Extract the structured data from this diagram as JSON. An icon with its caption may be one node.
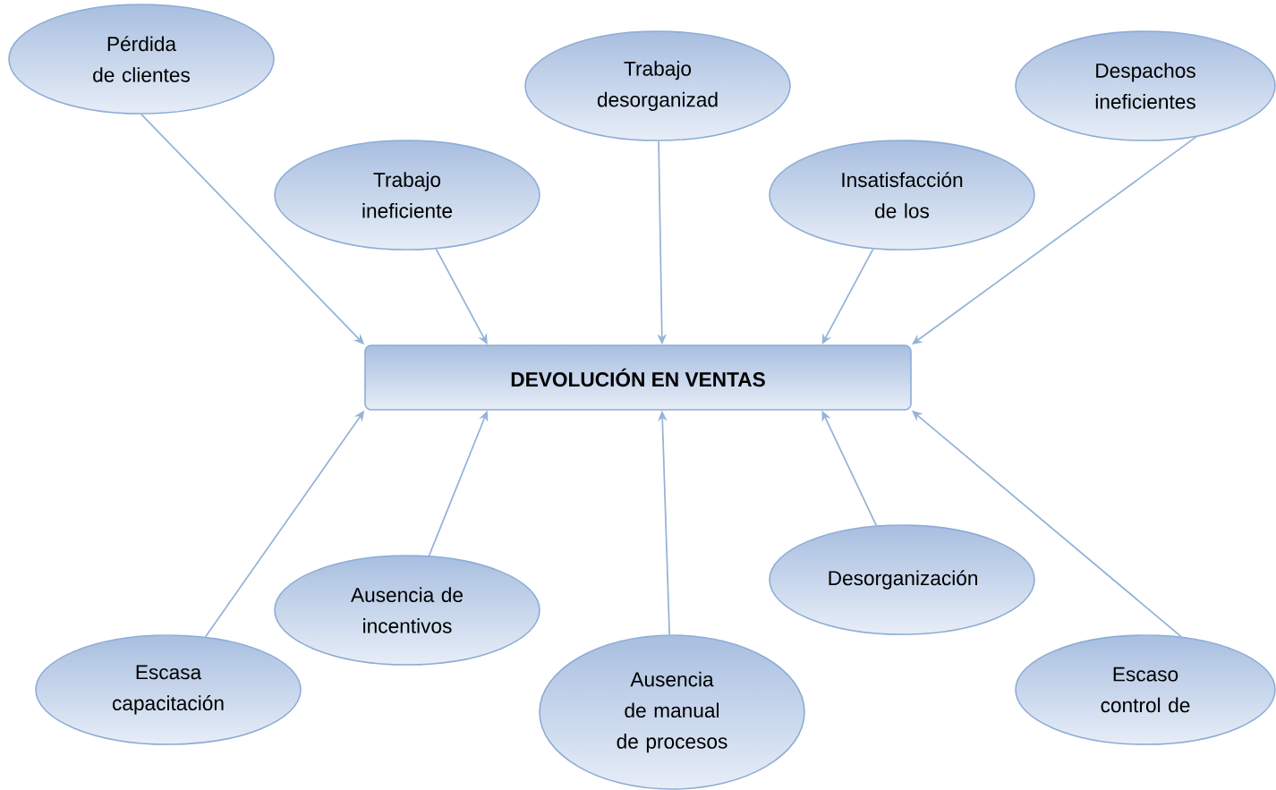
{
  "diagram": {
    "nodes": [
      {
        "text": [
          "Pérdida de clientes"
        ]
      },
      {
        "text": [
          "Trabajo desorganizad"
        ]
      },
      {
        "text": [
          "Despachos ineficientes"
        ]
      },
      {
        "text": [
          "Trabajo ineficiente"
        ]
      },
      {
        "text": [
          "Insatisfacción de los"
        ]
      },
      {
        "text": [
          "DEVOLUCIÓN EN VENTAS"
        ]
      },
      {
        "text": [
          "Desorganización"
        ]
      },
      {
        "text": [
          "Ausencia de incentivos"
        ]
      },
      {
        "text": [
          "Escasa capacitación"
        ]
      },
      {
        "text": [
          "Ausencia de manual de procesos"
        ]
      },
      {
        "text": [
          "Escaso control de"
        ]
      }
    ],
    "edges": [
      {
        "from": 0,
        "to": 5,
        "arrow": "to"
      },
      {
        "from": 3,
        "to": 5,
        "arrow": "to"
      },
      {
        "from": 1,
        "to": 5,
        "arrow": "to"
      },
      {
        "from": 4,
        "to": 5,
        "arrow": "to"
      },
      {
        "from": 2,
        "to": 5,
        "arrow": "to"
      },
      {
        "from": 8,
        "to": 5,
        "arrow": "to"
      },
      {
        "from": 7,
        "to": 5,
        "arrow": "to"
      },
      {
        "from": 9,
        "to": 5,
        "arrow": "to"
      },
      {
        "from": 6,
        "to": 5,
        "arrow": "to"
      },
      {
        "from": 10,
        "to": 5,
        "arrow": "to"
      }
    ]
  }
}
